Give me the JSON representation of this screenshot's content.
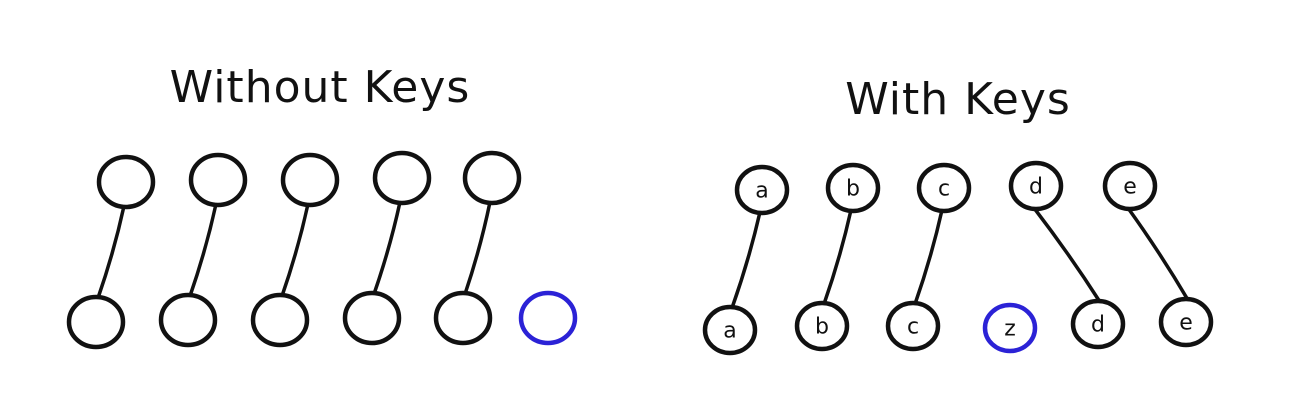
{
  "panels": {
    "without_keys": {
      "title": "Without Keys",
      "top_row": [
        "",
        "",
        "",
        "",
        ""
      ],
      "bottom_row": [
        "",
        "",
        "",
        "",
        "",
        ""
      ],
      "highlighted_bottom_index": 5,
      "edges": [
        [
          0,
          0
        ],
        [
          1,
          1
        ],
        [
          2,
          2
        ],
        [
          3,
          3
        ],
        [
          4,
          4
        ]
      ]
    },
    "with_keys": {
      "title": "With Keys",
      "top_row": [
        "a",
        "b",
        "c",
        "d",
        "e"
      ],
      "bottom_row": [
        "a",
        "b",
        "c",
        "z",
        "d",
        "e"
      ],
      "highlighted_bottom_index": 3,
      "edges": [
        [
          0,
          0
        ],
        [
          1,
          1
        ],
        [
          2,
          2
        ],
        [
          3,
          4
        ],
        [
          4,
          5
        ]
      ]
    }
  },
  "colors": {
    "stroke": "#111111",
    "highlight": "#2b22d6",
    "background": "#ffffff"
  }
}
